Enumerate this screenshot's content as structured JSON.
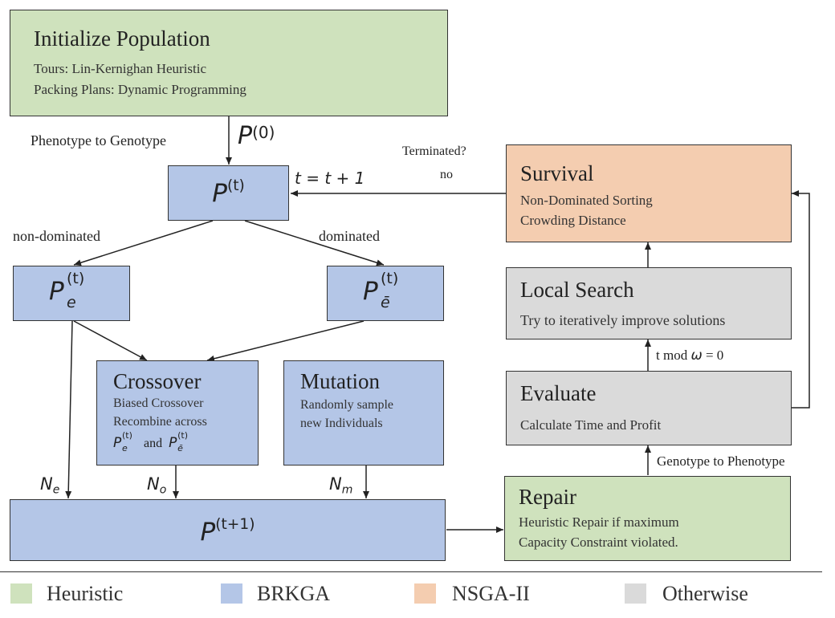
{
  "init": {
    "title": "Initialize Population",
    "line1": "Tours: Lin-Kernighan Heuristic",
    "line2": "Packing Plans: Dynamic Programming"
  },
  "edges": {
    "pheno_to_geno": "Phenotype to Genotype",
    "p0_sym": "P",
    "p0_sup": "(0)",
    "update": "t = t + 1",
    "terminated": "Terminated?",
    "no": "no",
    "nondominated": "non-dominated",
    "dominated": "dominated",
    "ne": "N",
    "ne_sub": "e",
    "no_sym": "N",
    "no_sub": "o",
    "nm": "N",
    "nm_sub": "m",
    "tmod_t": "t mod",
    "tmod_omega": "ω",
    "tmod_rest": "= 0",
    "geno_to_pheno": "Genotype to Phenotype"
  },
  "pt": {
    "sym": "P",
    "sup": "(t)"
  },
  "pe": {
    "sym": "P",
    "sup": "(t)",
    "sub": "e"
  },
  "pebar": {
    "sym": "P",
    "sup": "(t)",
    "sub": "ē"
  },
  "crossover": {
    "title": "Crossover",
    "line1": "Biased Crossover",
    "line2": "Recombine across",
    "p_sym": "P",
    "p_sup": "(t)",
    "p_sub_e": "e",
    "and": "and",
    "p_sub_ebar": "ē"
  },
  "mutation": {
    "title": "Mutation",
    "line1": "Randomly sample",
    "line2": "new Individuals"
  },
  "pnext": {
    "sym": "P",
    "sup": "(t+1)"
  },
  "survival": {
    "title": "Survival",
    "line1": "Non-Dominated Sorting",
    "line2": "Crowding Distance"
  },
  "local_search": {
    "title": "Local Search",
    "line1": "Try to iteratively improve solutions"
  },
  "evaluate": {
    "title": "Evaluate",
    "line1": "Calculate Time and Profit"
  },
  "repair": {
    "title": "Repair",
    "line1": "Heuristic Repair if maximum",
    "line2": "Capacity Constraint violated."
  },
  "legend": {
    "items": [
      {
        "label": "Heuristic",
        "color": "#cfe2bd"
      },
      {
        "label": "BRKGA",
        "color": "#b4c6e7"
      },
      {
        "label": "NSGA-II",
        "color": "#f4cdb0"
      },
      {
        "label": "Otherwise",
        "color": "#dadada"
      }
    ]
  },
  "colors": {
    "heuristic": "#cfe2bd",
    "brkga": "#b4c6e7",
    "nsga": "#f4cdb0",
    "otherwise": "#dadada"
  }
}
